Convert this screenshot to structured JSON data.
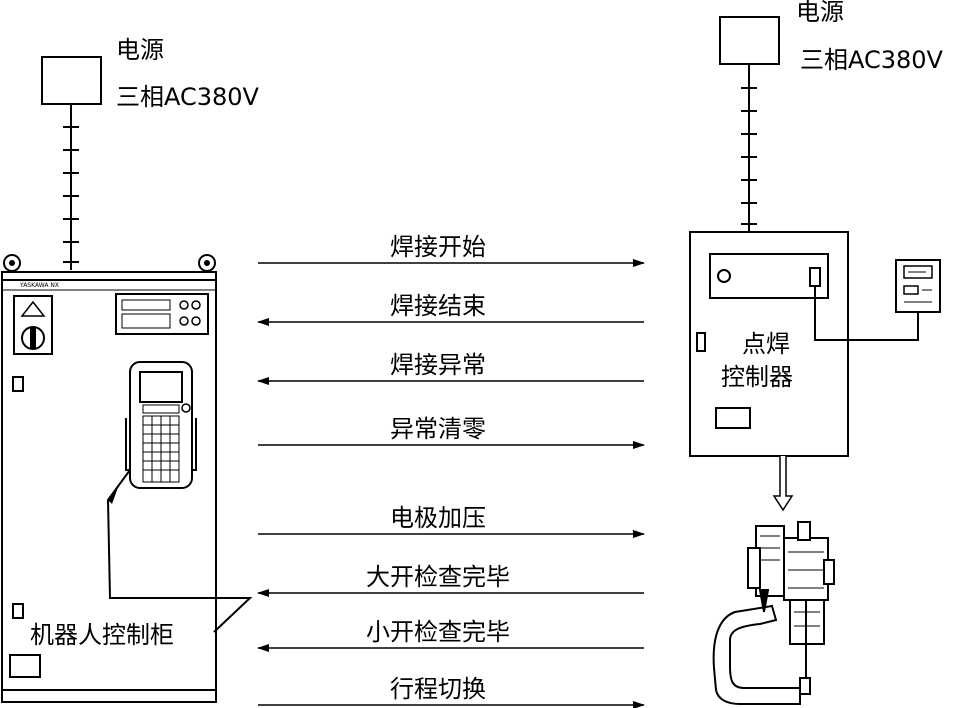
{
  "left_supply": {
    "power_label": "电源",
    "spec_label": "三相AC380V"
  },
  "right_supply": {
    "power_label": "电源",
    "spec_label": "三相AC380V"
  },
  "robot_cabinet": {
    "label": "机器人控制柜",
    "brand": "YASKAWA NX"
  },
  "spot_controller": {
    "label_line1": "点焊",
    "label_line2": "控制器"
  },
  "signals": [
    {
      "label": "焊接开始",
      "direction": "right"
    },
    {
      "label": "焊接结束",
      "direction": "left"
    },
    {
      "label": "焊接异常",
      "direction": "left"
    },
    {
      "label": "异常清零",
      "direction": "right"
    },
    {
      "label": "电极加压",
      "direction": "right"
    },
    {
      "label": "大开检查完毕",
      "direction": "left"
    },
    {
      "label": "小开检查完毕",
      "direction": "left"
    },
    {
      "label": "行程切换",
      "direction": "right"
    }
  ]
}
